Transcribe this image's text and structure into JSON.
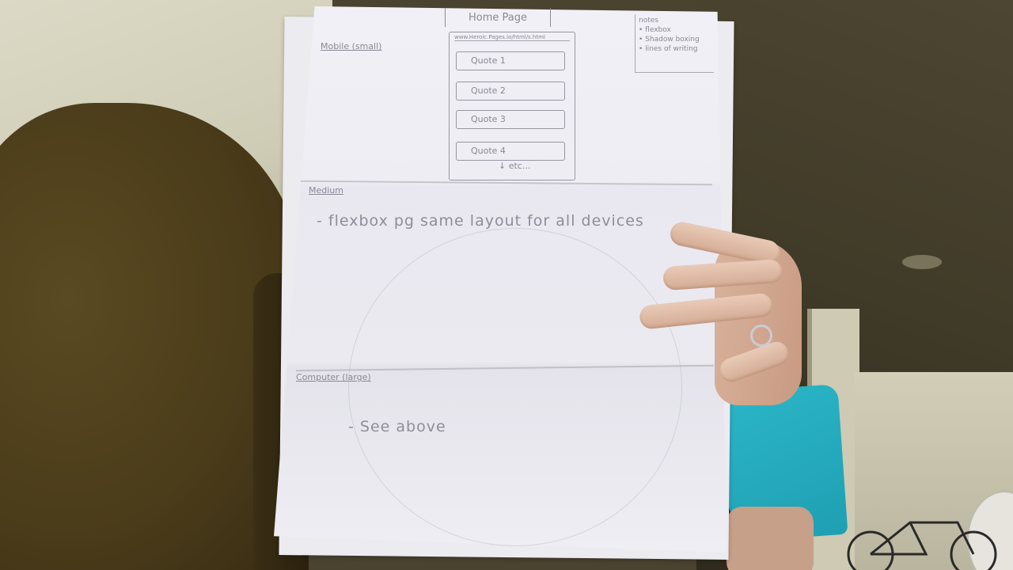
{
  "photo": {
    "subject": "hand-sketch-wireframe-on-paper",
    "colors": {
      "paper": "#efeef4",
      "pencil": "#8a8894",
      "shirt": "#2bb6c8",
      "couch": "#4b3c1a"
    }
  },
  "sketch": {
    "page_title": "Home Page",
    "notes": {
      "heading": "notes",
      "items": [
        "• flexbox",
        "• Shadow boxing",
        "• lines of writing"
      ]
    },
    "sections": [
      {
        "label": "Mobile (small)"
      },
      {
        "label": "Medium"
      },
      {
        "label": "Computer (large)"
      }
    ],
    "phone": {
      "url": "www.Heroic.Pages.io/html/s.html",
      "quotes": [
        "Quote 1",
        "Quote 2",
        "Quote 3",
        "Quote 4"
      ],
      "more": "↓ etc..."
    },
    "medium_note": "- flexbox pg same layout for all devices",
    "computer_note": "- See above"
  }
}
